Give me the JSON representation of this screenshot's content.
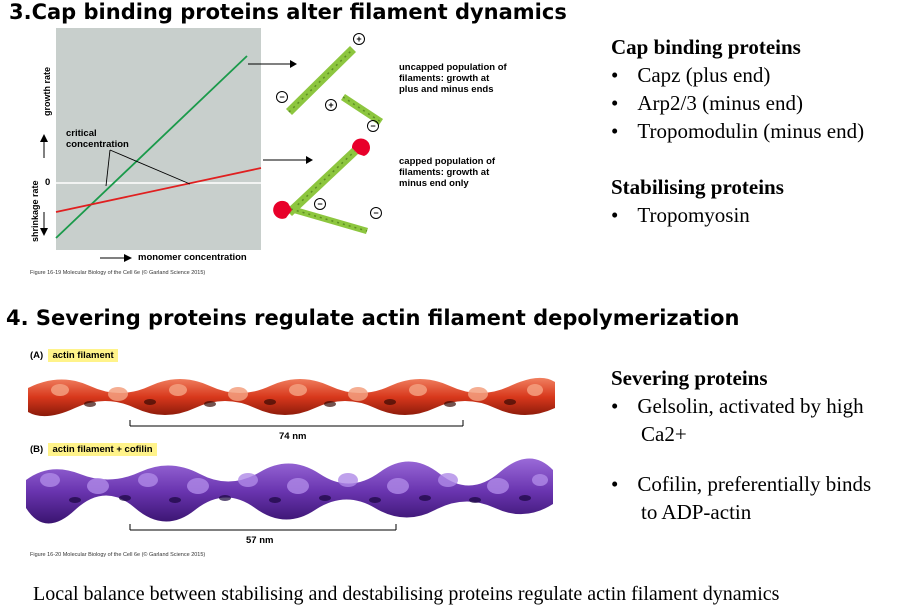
{
  "section3": {
    "title": "3.Cap binding proteins alter filament dynamics",
    "figure": {
      "y_axis_top": "growth rate",
      "y_axis_bottom": "shrinkage rate",
      "zero_label": "0",
      "x_axis": "monomer concentration",
      "critical_label": "critical concentration",
      "uncapped_text": "uncapped population of filaments: growth at plus and minus ends",
      "capped_text": "capped population of filaments: growth at minus end only",
      "plus_sign": "+",
      "minus_sign": "−",
      "caption": "Figure 16-19  Molecular Biology of the Cell 6e (© Garland Science 2015)"
    },
    "cap_binding": {
      "heading": "Cap binding proteins",
      "items": [
        "Capz (plus end)",
        "Arp2/3 (minus end)",
        "Tropomodulin (minus end)"
      ]
    },
    "stabilising": {
      "heading": "Stabilising proteins",
      "items": [
        "Tropomyosin"
      ]
    },
    "bullet_char": "•"
  },
  "section4": {
    "title": "4. Severing proteins regulate actin filament depolymerization",
    "figure": {
      "panel_a_letter": "(A)",
      "panel_a_label": "actin filament",
      "panel_a_length": "74 nm",
      "panel_b_letter": "(B)",
      "panel_b_label": "actin filament + cofilin",
      "panel_b_length": "57 nm",
      "caption": "Figure 16-20  Molecular Biology of the Cell 6e (© Garland Science 2015)"
    },
    "severing": {
      "heading": "Severing proteins",
      "item1_line1": "Gelsolin, activated by high",
      "item1_line2": "Ca2+",
      "item2_line1": "Cofilin, preferentially binds",
      "item2_line2": "to ADP-actin"
    }
  },
  "footer": "Local balance between stabilising and destabilising proteins regulate actin filament dynamics",
  "colors": {
    "plot_bg": "#c8cfcc",
    "uncapped_line": "#1a9a4a",
    "capped_line": "#e02020",
    "filament_green": "#8dc63f",
    "cap_red": "#e8002a",
    "actin_red": "#d8381c",
    "cofilin_purple": "#6a35b0",
    "label_highlight": "#fff38a"
  }
}
